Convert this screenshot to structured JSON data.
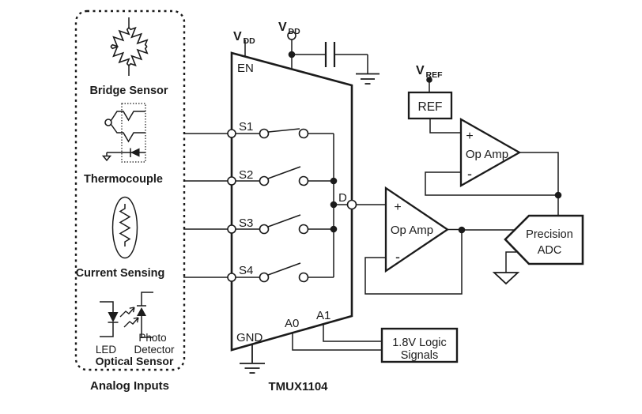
{
  "colors": {
    "ink": "#1b1b1b",
    "background": "#ffffff"
  },
  "panel": {
    "title": "Analog Inputs",
    "bridge_label": "Bridge Sensor",
    "thermocouple_label": "Thermocouple",
    "current_label": "Current Sensing",
    "optical_label": "Optical Sensor",
    "led_label": "LED",
    "photo_line1": "Photo",
    "photo_line2": "Detector"
  },
  "mux": {
    "part_number": "TMUX1104",
    "pin_en": "EN",
    "pin_s1": "S1",
    "pin_s2": "S2",
    "pin_s3": "S3",
    "pin_s4": "S4",
    "pin_d": "D",
    "pin_a0": "A0",
    "pin_a1": "A1",
    "pin_gnd": "GND"
  },
  "supplies": {
    "vdd_letter": "V",
    "vdd_sub": "DD",
    "vref_letter": "V",
    "vref_sub": "REF"
  },
  "reference": {
    "box_label": "REF"
  },
  "op_amp_top": {
    "label": "Op Amp",
    "plus": "+",
    "minus": "-"
  },
  "op_amp_mid": {
    "label": "Op Amp",
    "plus": "+",
    "minus": "-"
  },
  "adc": {
    "line1": "Precision",
    "line2": "ADC"
  },
  "logic": {
    "line1": "1.8V Logic",
    "line2": "Signals"
  }
}
